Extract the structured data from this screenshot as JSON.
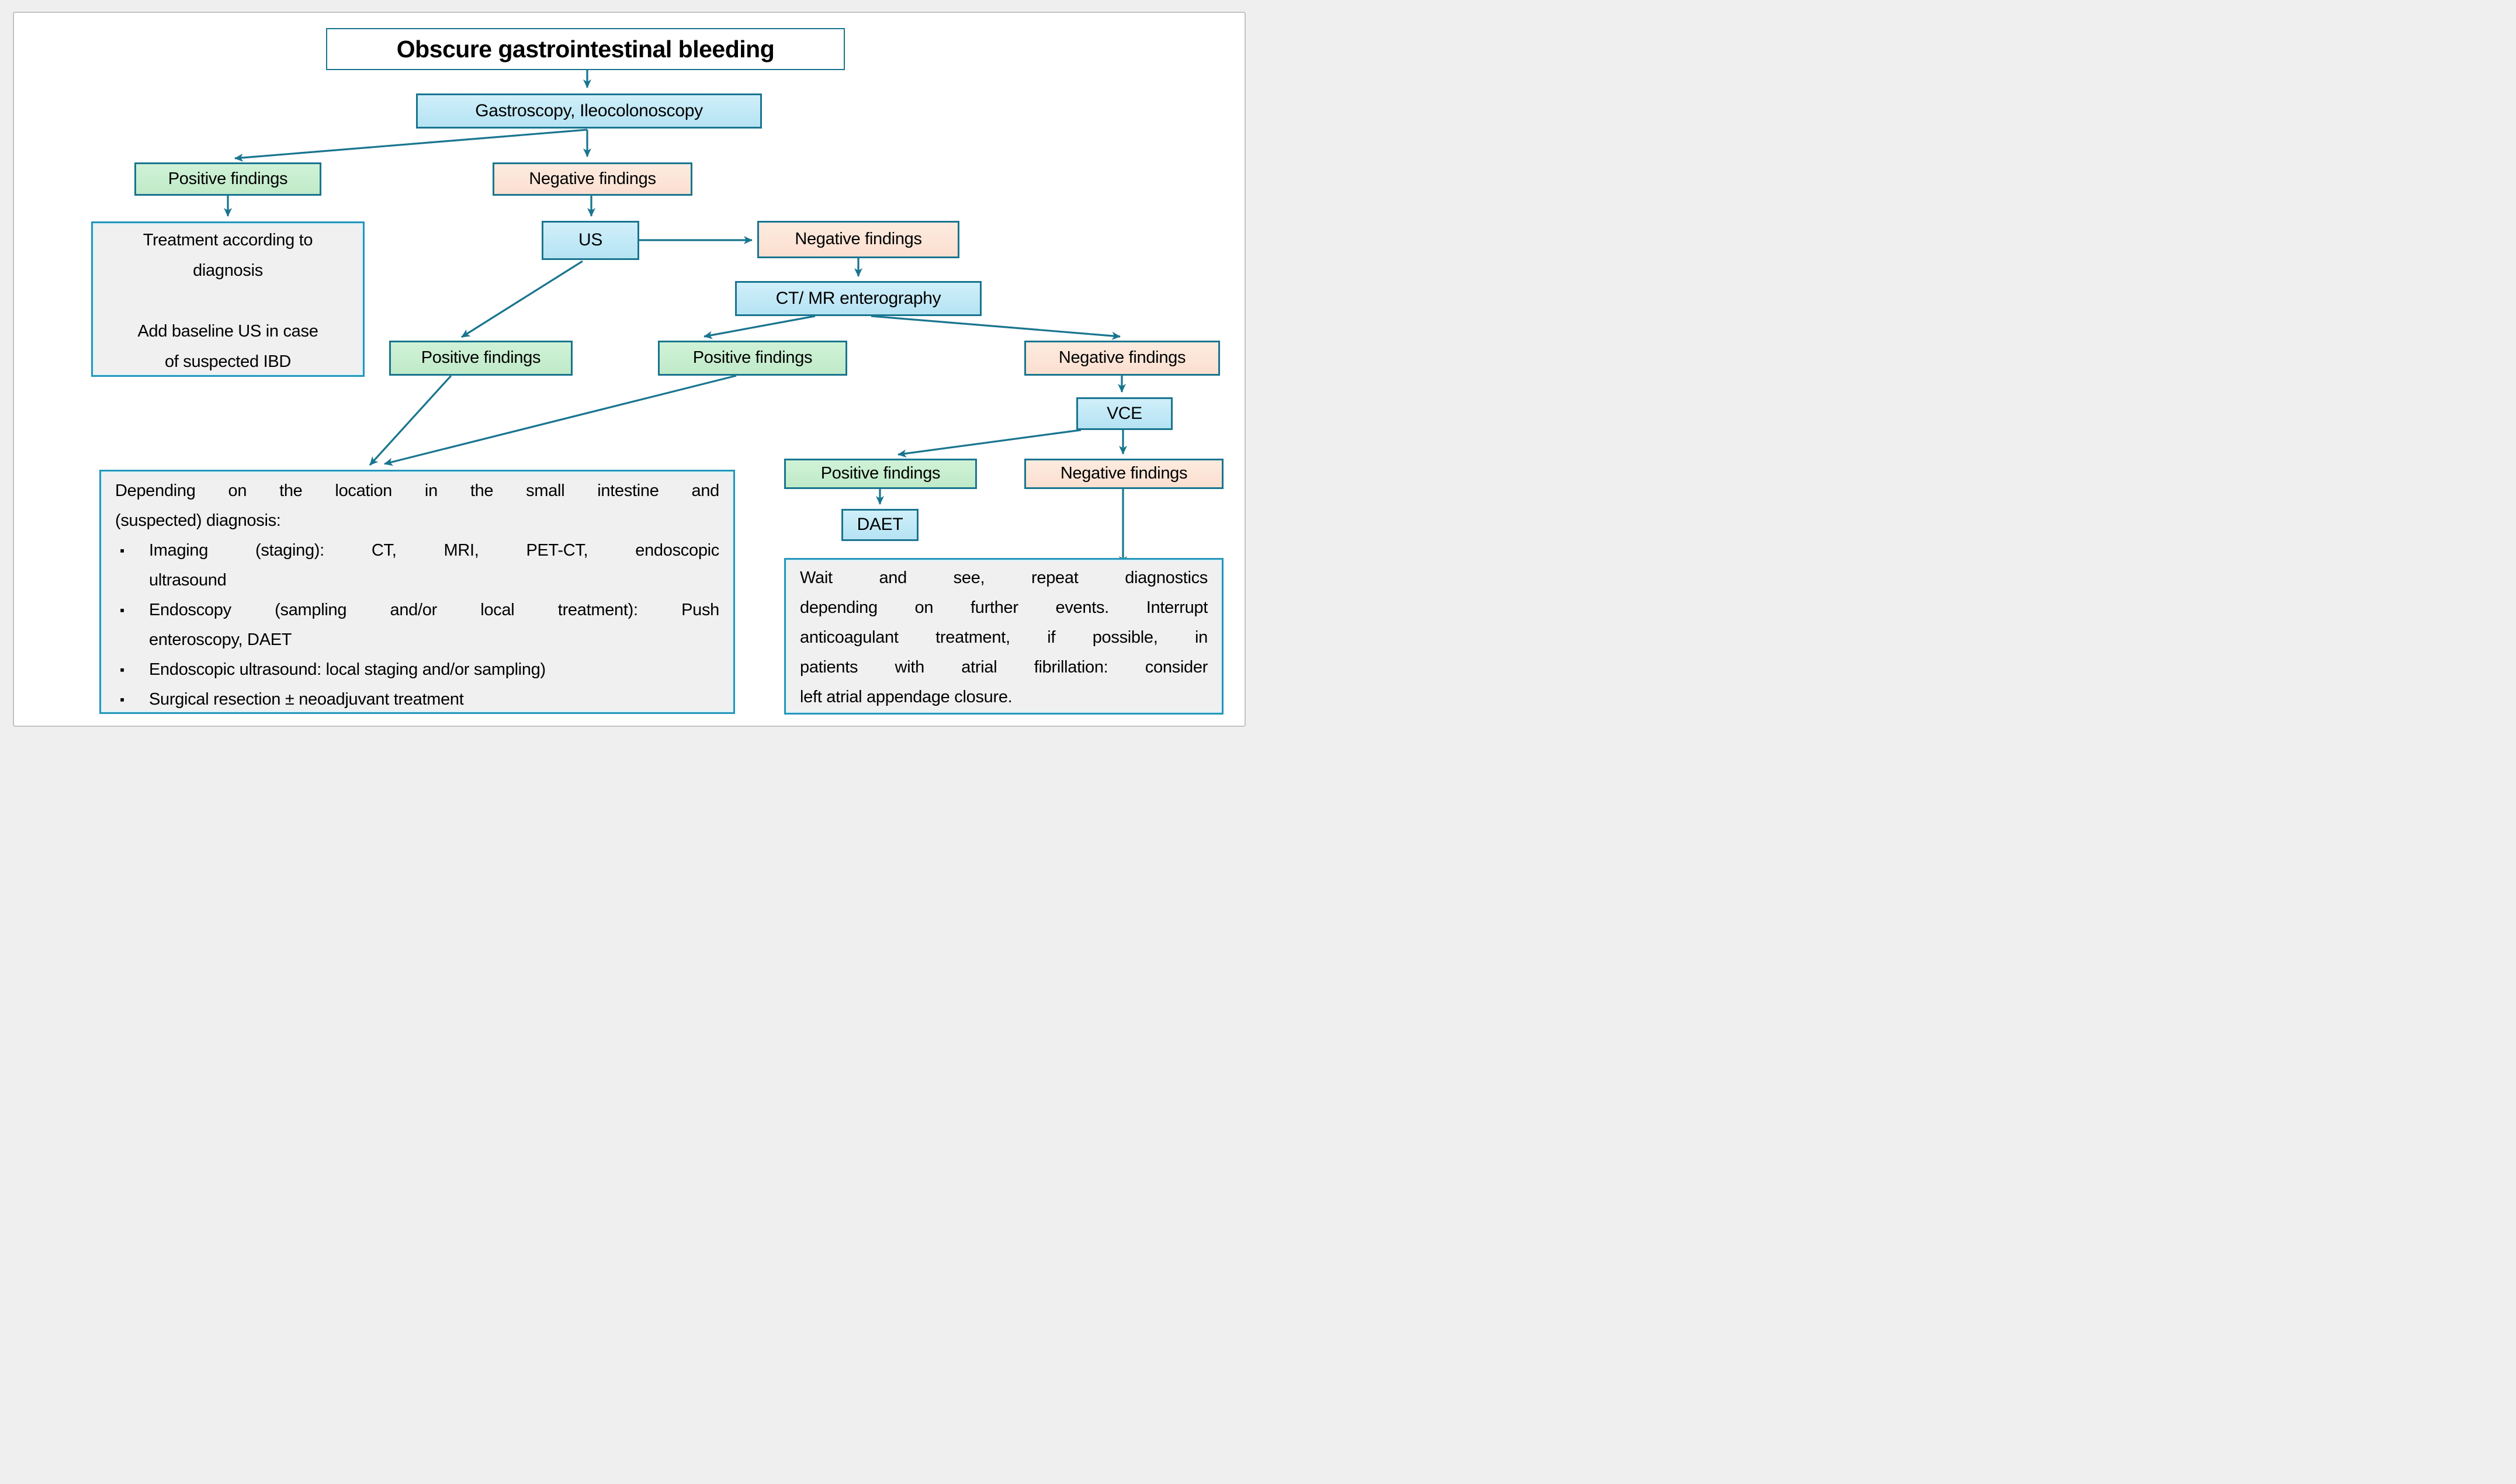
{
  "figure": {
    "title": "Obscure gastrointestinal bleeding",
    "steps": {
      "gastroscopy": "Gastroscopy, Ileocolonoscopy",
      "us": "US",
      "ct_mr": "CT/ MR enterography",
      "vce": "VCE",
      "daet": "DAET"
    },
    "outcomes": {
      "positive": "Positive findings",
      "negative": "Negative findings"
    },
    "treatment_box": {
      "lines": [
        "Treatment according to",
        "diagnosis",
        "Add baseline US in case",
        "of suspected IBD"
      ]
    },
    "depending_box": {
      "bullet_char": "▪",
      "intro_lines": [
        "Depending on the location in the small intestine and",
        "(suspected) diagnosis:"
      ],
      "bullets": [
        {
          "lines": [
            "Imaging (staging): CT, MRI, PET-CT, endoscopic",
            "ultrasound"
          ]
        },
        {
          "lines": [
            "Endoscopy (sampling and/or local treatment): Push",
            "enteroscopy, DAET"
          ]
        },
        {
          "lines": [
            "Endoscopic ultrasound: local staging and/or sampling)"
          ]
        },
        {
          "lines": [
            "Surgical resection ± neoadjuvant treatment"
          ]
        }
      ]
    },
    "wait_box": {
      "lines": [
        "Wait and see, repeat diagnostics",
        "depending on further events. Interrupt",
        "anticoagulant treatment, if possible, in",
        "patients with atrial fibrillation: consider",
        "left atrial appendage closure."
      ]
    },
    "colors": {
      "accent_teal": "#19758f",
      "box_blue": "#bfe7f5",
      "box_green": "#c6eecd",
      "box_peach": "#fce4d6",
      "box_gray": "#f0f0f0",
      "frame_gray": "#c3c3c3"
    }
  }
}
